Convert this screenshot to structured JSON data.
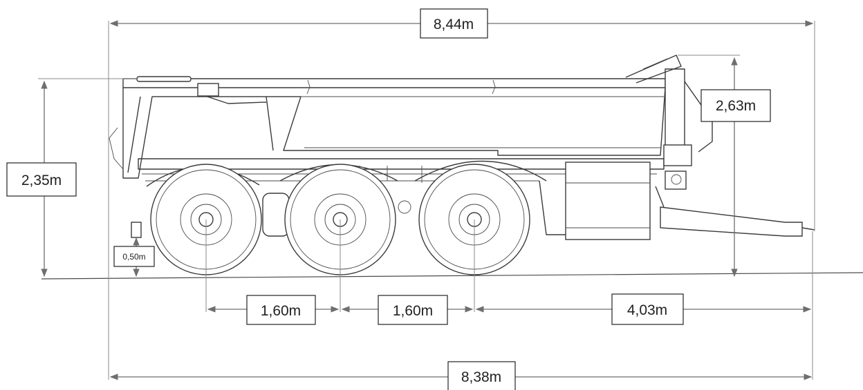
{
  "dimensions": {
    "overall_length_top": "8,44m",
    "overall_length_bottom": "8,38m",
    "height_front": "2,35m",
    "height_rear": "2,63m",
    "ground_clearance": "0,50m",
    "axle_spacing_1": "1,60m",
    "axle_spacing_2": "1,60m",
    "rear_axle_to_coupling": "4,03m"
  },
  "colors": {
    "line": "#3a3a3a",
    "dimension_line": "#6e6e6e",
    "background": "#ffffff"
  }
}
